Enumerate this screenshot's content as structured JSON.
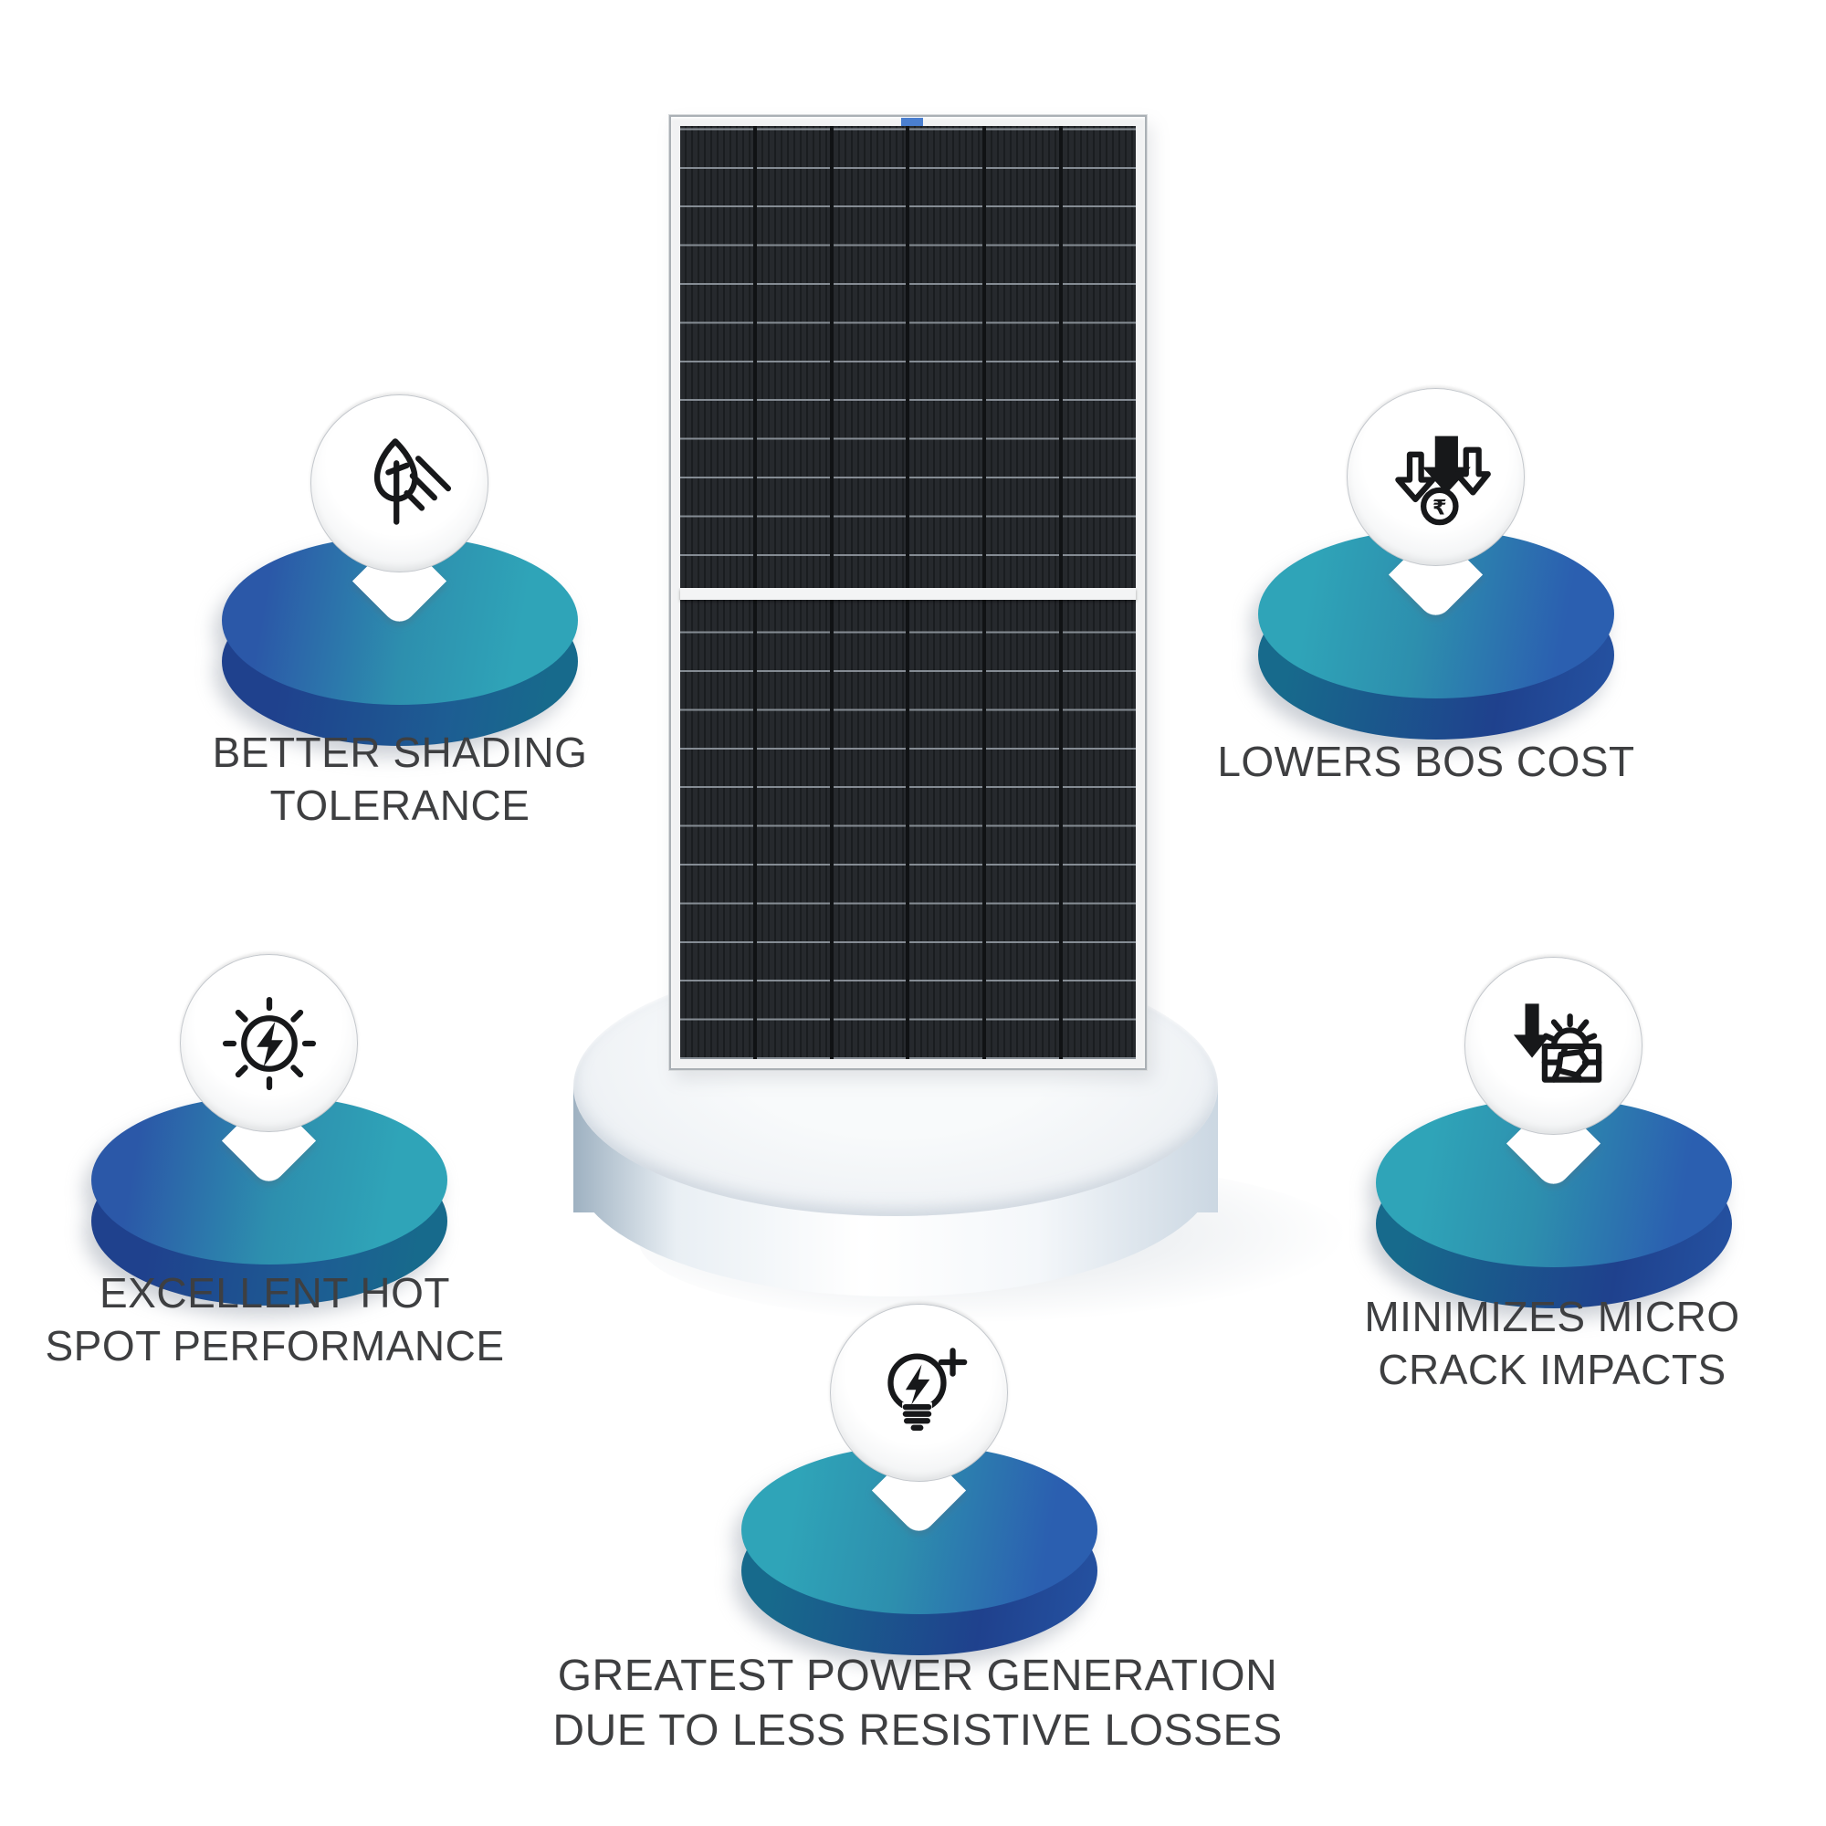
{
  "features": [
    {
      "id": "better-shading-tolerance",
      "icon": "leaf-sun-rays-icon",
      "lines": [
        "BETTER SHADING",
        "TOLERANCE"
      ]
    },
    {
      "id": "lowers-bos-cost",
      "icon": "down-arrows-rupee-icon",
      "lines": [
        "LOWERS BOS COST"
      ],
      "rupee_symbol": "₹"
    },
    {
      "id": "excellent-hot-spot-performance",
      "icon": "sun-lightning-icon",
      "lines": [
        "EXCELLENT HOT",
        "SPOT PERFORMANCE"
      ]
    },
    {
      "id": "minimizes-micro-crack-impacts",
      "icon": "down-arrow-sun-cracked-wall-icon",
      "lines": [
        "MINIMIZES MICRO",
        "CRACK IMPACTS"
      ]
    },
    {
      "id": "greatest-power-generation",
      "icon": "lightbulb-bolt-plus-icon",
      "lines": [
        "GREATEST POWER GENERATION",
        "DUE TO LESS RESISTIVE LOSSES"
      ]
    }
  ],
  "solar_panel": {
    "description": "half-cut cell solar module on round pedestal",
    "columns": 6,
    "rows": 24,
    "sticker_color": "#4a7fd0"
  },
  "colors": {
    "teal": "#2FA4B8",
    "blue": "#2B5FB0",
    "navy_side": "#1F418D",
    "text": "#3E3F41",
    "pedestal_top": "#F2F5F7",
    "pedestal_side_edge": "#9EB1C1",
    "panel_cell_dark": "#1A1D20",
    "panel_frame": "#F1F2F3"
  }
}
